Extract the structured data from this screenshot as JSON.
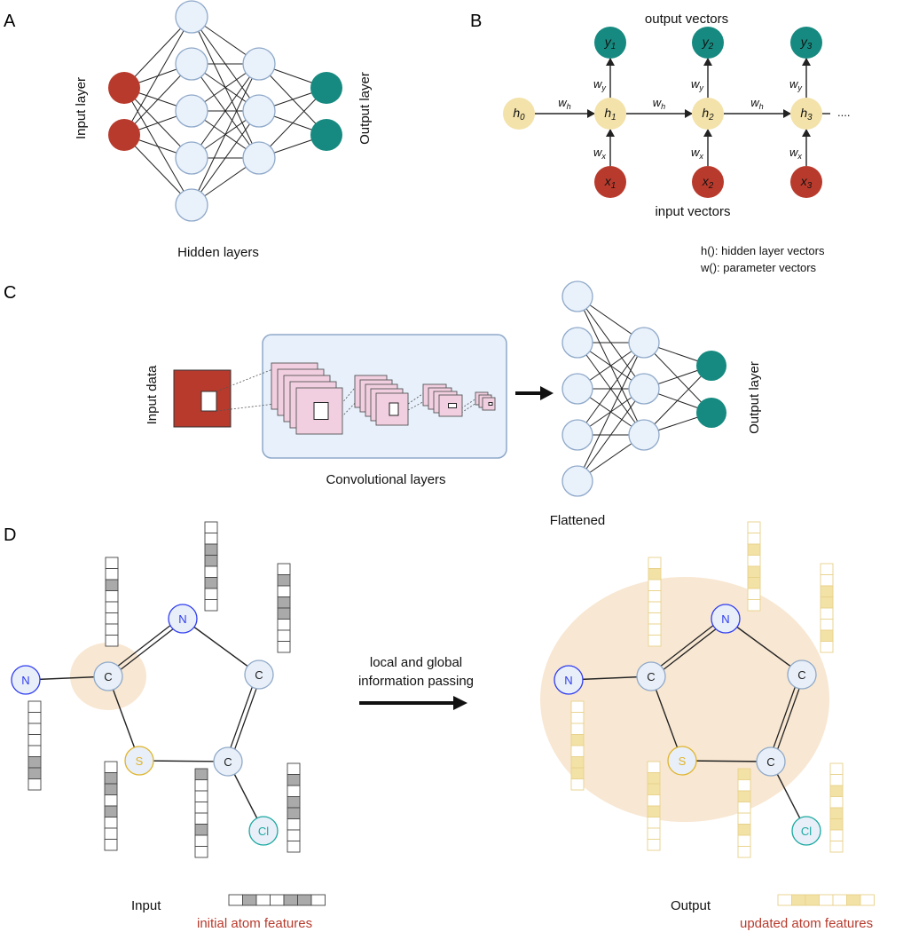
{
  "colors": {
    "input_red": "#b83a2c",
    "output_teal": "#168a80",
    "hidden_fill": "#e9f1fb",
    "hidden_stroke": "#8fa9c9",
    "rnn_hidden": "#f3e2a9",
    "conv_box_fill": "#e7f0fb",
    "feature_map": "#f2cfe0",
    "atom_fill": "#e8eff8",
    "nitrogen": "#2f3cf0",
    "sulfur": "#e0b42a",
    "chlorine": "#1aa8a0",
    "halo": "#f8e7d2",
    "feature_gray": "#aaaaaa",
    "feature_tan": "#f2e2a6"
  },
  "panel_a": {
    "letter": "A",
    "input_label": "Input layer",
    "hidden_label": "Hidden layers",
    "output_label": "Output layer"
  },
  "panel_b": {
    "letter": "B",
    "output_title": "output vectors",
    "input_title": "input vectors",
    "ellipsis": "....",
    "h0": "h0",
    "cells": [
      {
        "h": "h1",
        "x": "x1",
        "y": "y1",
        "wx": "wx",
        "wy": "wy"
      },
      {
        "h": "h2",
        "x": "x2",
        "y": "y2",
        "wx": "wx",
        "wy": "wy"
      },
      {
        "h": "h3",
        "x": "x3",
        "y": "y3",
        "wx": "wx",
        "wy": "wy"
      }
    ],
    "transitions": [
      "wh",
      "wh",
      "wh"
    ],
    "legend_hidden": "h(): hidden layer vectors",
    "legend_param": "w(): parameter vectors"
  },
  "panel_c": {
    "letter": "C",
    "input_label": "Input data",
    "conv_label": "Convolutional layers",
    "flatten_label": "Flattened",
    "output_label": "Output layer"
  },
  "panel_d": {
    "letter": "D",
    "arrow_label_line1": "local and global",
    "arrow_label_line2": "information passing",
    "input_label": "Input",
    "input_legend": "initial atom features",
    "output_label": "Output",
    "output_legend": "updated atom features",
    "atoms": [
      "N",
      "C",
      "N",
      "C",
      "C",
      "S",
      "Cl"
    ]
  }
}
